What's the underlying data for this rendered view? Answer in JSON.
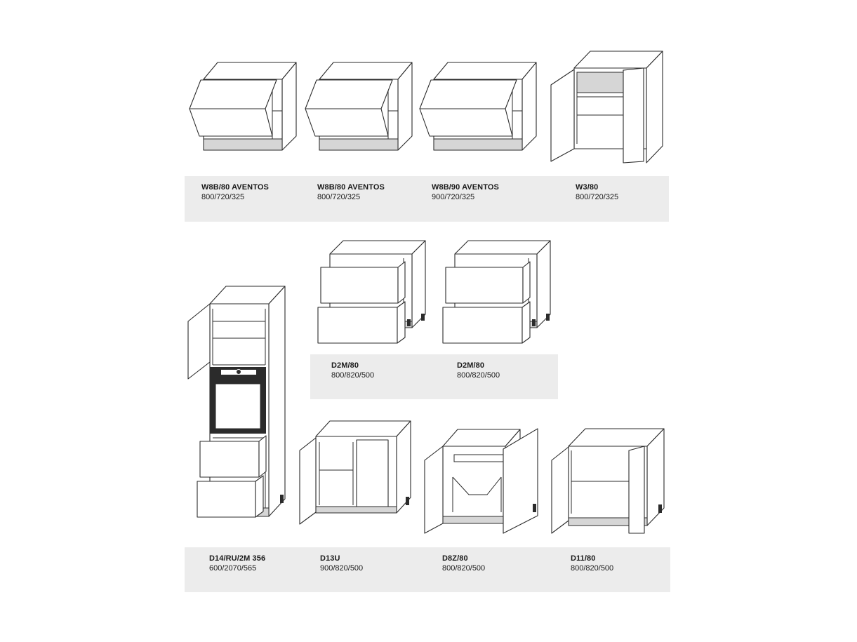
{
  "catalog": {
    "items": [
      {
        "code": "W8B/80 AVENTOS",
        "dims": "800/720/325"
      },
      {
        "code": "W8B/80 AVENTOS",
        "dims": "800/720/325"
      },
      {
        "code": "W8B/90 AVENTOS",
        "dims": "900/720/325"
      },
      {
        "code": "W3/80",
        "dims": "800/720/325"
      },
      {
        "code": "D2M/80",
        "dims": "800/820/500"
      },
      {
        "code": "D2M/80",
        "dims": "800/820/500"
      },
      {
        "code": "D14/RU/2M 356",
        "dims": "600/2070/565"
      },
      {
        "code": "D13U",
        "dims": "900/820/500"
      },
      {
        "code": "D8Z/80",
        "dims": "800/820/500"
      },
      {
        "code": "D11/80",
        "dims": "800/820/500"
      }
    ]
  },
  "colors": {
    "band": "#ececec",
    "line": "#2b2b2b",
    "background": "#ffffff"
  }
}
